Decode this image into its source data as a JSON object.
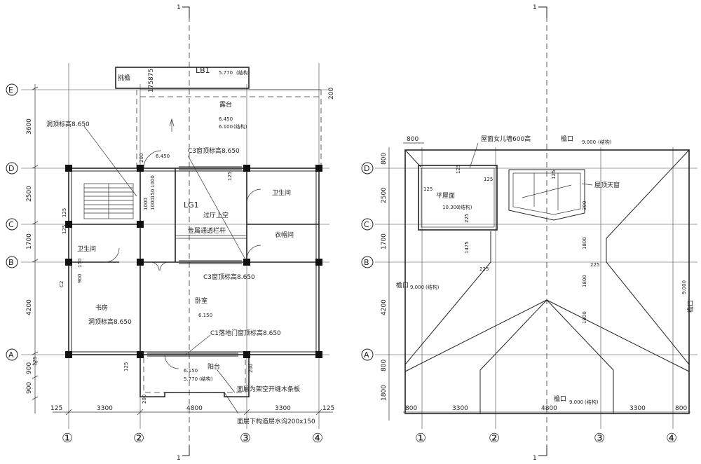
{
  "section_marks": {
    "left_top": "1",
    "left_bottom": "1",
    "right_top": "1",
    "right_bottom": "1"
  },
  "axes": {
    "rows": [
      "E",
      "D",
      "C",
      "B",
      "A"
    ],
    "cols": [
      "①",
      "②",
      "③",
      "④"
    ]
  },
  "left_plan": {
    "left_dims": [
      "3600",
      "2500",
      "1700",
      "4200",
      "900",
      "900",
      "125",
      "125"
    ],
    "top_dims": [
      "875",
      "175",
      "200",
      "125"
    ],
    "bottom_dims": [
      "125",
      "3300",
      "4800",
      "3300",
      "125"
    ],
    "labels": {
      "tiaoyan": "挑檐",
      "lb1": "LB1",
      "elev_lb1": "5.770",
      "jg": "(结构)",
      "lutai": "露台",
      "elev_lutai_a": "6.450",
      "elev_lutai_b": "6.100",
      "dongding": "洞顶标高8.650",
      "c3_top": "C3窗顶标高8.650",
      "elev_645": "6.450",
      "weishengjian": "卫生间",
      "lg1": "LG1",
      "guoting": "过厅上空",
      "jinshu": "金属通透栏杆",
      "yimaojian": "衣帽间",
      "weishengjian2": "卫生间",
      "c3_bottom": "C3窗顶标高8.650",
      "shufang": "书房",
      "dongding2": "洞顶标高8.650",
      "woshi": "卧室",
      "elev_woshi": "6.150",
      "c1": "C1落地门窗顶标高8.650",
      "yangtai": "阳台",
      "elev_yt_a": "6.150",
      "elev_yt_b": "5.770",
      "mianceng": "面层为架空开缝木条板",
      "mianceng2": "面层下构造层水沟200x150",
      "c2": "C2",
      "d1000": "1000",
      "d150": "150",
      "d1000b": "1000",
      "d1000c": "1000",
      "d150b": "150",
      "d900": "900",
      "d150c": "150",
      "d125a": "125",
      "d125b": "125",
      "d125c": "125",
      "d125d": "125",
      "d125e": "125",
      "d200a": "200",
      "d200b": "200",
      "d200c": "200"
    }
  },
  "right_plan": {
    "left_dims": [
      "800",
      "2500",
      "1700",
      "4200",
      "800",
      "1800"
    ],
    "bottom_dims": [
      "800",
      "3300",
      "4800",
      "3300",
      "800"
    ],
    "labels": {
      "nver": "屋面女儿墙600高",
      "yankou_top": "檐口",
      "elev_top": "9.000",
      "jg": "(结构)",
      "pingwu": "平屋面",
      "elev_ping": "10.300",
      "tianchuang": "屋顶天窗",
      "yankou_left": "檐口",
      "elev_left": "9.000",
      "yankou_right": "檐口",
      "elev_right": "9.000",
      "yankou_bottom": "檐口",
      "elev_bottom": "9.000",
      "d800_top": "800",
      "d125a": "125",
      "d125b": "125",
      "d125c": "125",
      "d125d": "125",
      "d225a": "225",
      "d225b": "225",
      "d225c": "225",
      "d1475": "1475",
      "d300": "300",
      "d1800a": "1800",
      "d1800b": "1800",
      "d1800c": "1800"
    }
  }
}
